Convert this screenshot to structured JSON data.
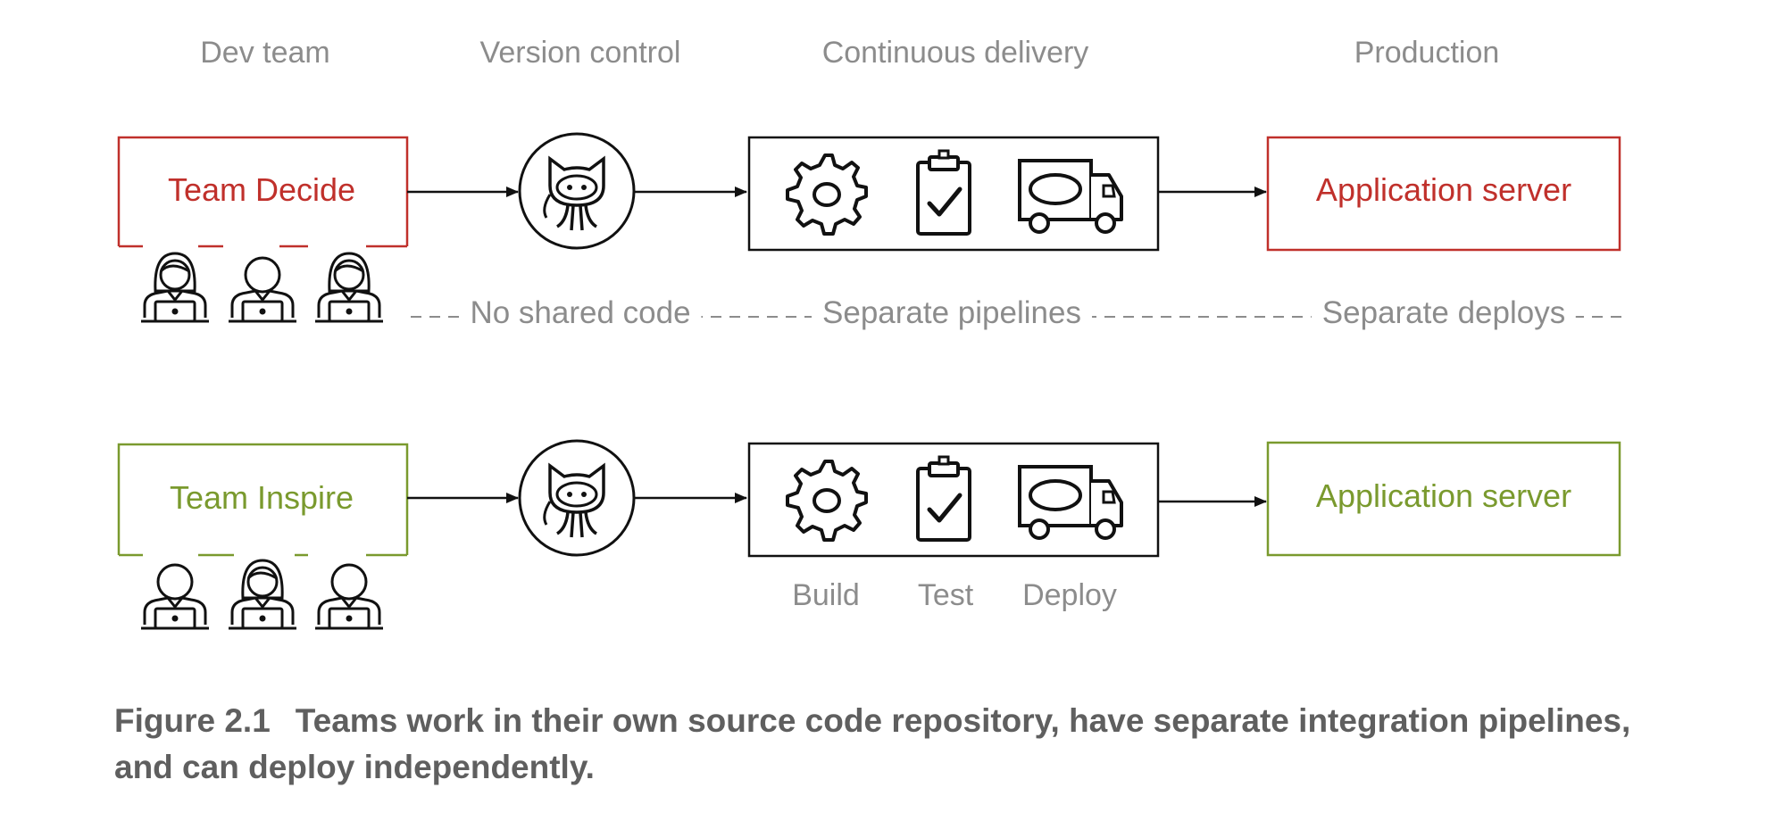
{
  "headers": {
    "dev_team": "Dev team",
    "version_control": "Version control",
    "continuous_delivery": "Continuous delivery",
    "production": "Production"
  },
  "rows": [
    {
      "team_name": "Team Decide",
      "server_label": "Application server",
      "color": "#c0302b"
    },
    {
      "team_name": "Team Inspire",
      "server_label": "Application server",
      "color": "#7a9a2e"
    }
  ],
  "separator_notes": {
    "no_shared_code": "No shared code",
    "separate_pipelines": "Separate pipelines",
    "separate_deploys": "Separate deploys"
  },
  "pipeline_steps": {
    "build": "Build",
    "test": "Test",
    "deploy": "Deploy"
  },
  "caption": {
    "number": "Figure 2.1",
    "text": "Teams work in their own source code repository, have separate integration pipelines, and can deploy independently."
  },
  "icons": [
    "person-icon",
    "github-octocat-icon",
    "gear-icon",
    "clipboard-check-icon",
    "delivery-truck-icon"
  ],
  "colors": {
    "label_gray": "#8c8c8c",
    "caption_gray": "#5f5f5f",
    "line": "#111111"
  }
}
